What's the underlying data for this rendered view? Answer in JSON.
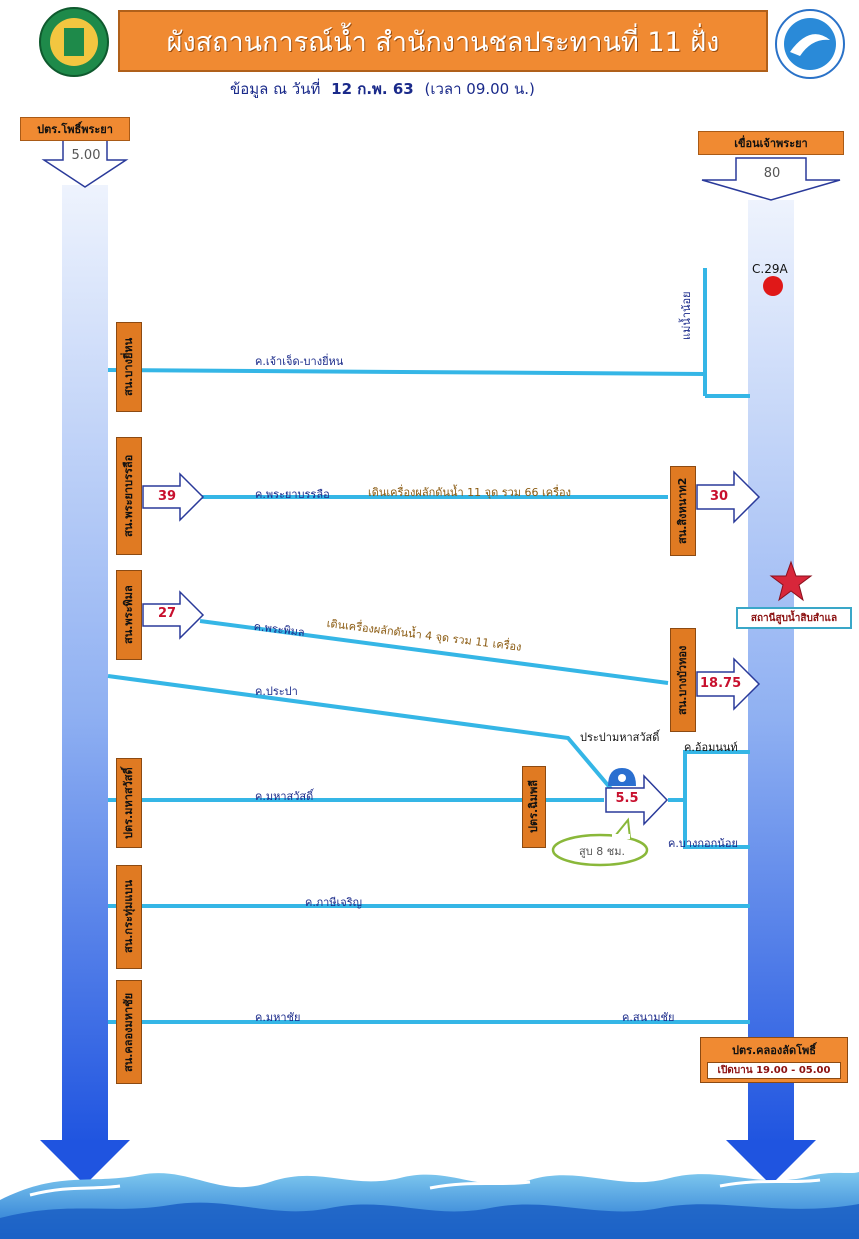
{
  "header": {
    "title": "ผังสถานการณ์น้ำ สำนักงานชลประทานที่ 11 ฝั่ง",
    "subtitle_prefix": "ข้อมูล ณ วันที่",
    "date": "12 ก.พ. 63",
    "time": "(เวลา 09.00 น.)"
  },
  "left_river": {
    "label": "ปตร.โพธิ์พระยา",
    "value": "5.00"
  },
  "right_river": {
    "label": "เขื่อนเจ้าพระยา",
    "value": "80"
  },
  "station_c29a": "C.29A",
  "canal_mae_nam_noi": "แม่น้ำน้อย",
  "rows": {
    "bang_yi_hon": {
      "label": "สน.บางยี่หน",
      "canal": "ค.เจ้าเจ็ด-บางยี่หน"
    },
    "phraya_banlue": {
      "label": "สน.พระยาบรรลือ",
      "in_value": "39",
      "canal": "ค.พระยาบรรลือ",
      "note": "เดินเครื่องผลักดันน้ำ 11 จุด รวม 66 เครื่อง",
      "out_label": "สน.สิงหนาท2",
      "out_value": "30"
    },
    "phra_phimon": {
      "label": "สน.พระพิมล",
      "in_value": "27",
      "canal": "ค.พระพิมล",
      "note": "เดินเครื่องผลักดันน้ำ 4 จุด รวม 11 เครื่อง",
      "out_label": "สน.บางบัวทอง",
      "out_value": "18.75"
    },
    "prapa": {
      "canal": "ค.ประปา",
      "target": "ประปามหาสวัสดิ์"
    },
    "maha_sawat": {
      "label": "ปตร.มหาสวัสดิ์",
      "canal": "ค.มหาสวัสดิ์",
      "mid_label": "ปตร.ฉิมพลี",
      "pump_value": "5.5",
      "pump_note": "สูบ 8 ชม.",
      "canal_upper": "ค.อ้อมนนท์",
      "canal_lower": "ค.บางกอกน้อย"
    },
    "krathum_baen": {
      "label": "สน.กระทุ่มแบน",
      "canal": "ค.ภาษีเจริญ"
    },
    "khlong_maha_chai": {
      "label": "สน.คลองมหาชัย",
      "canal": "ค.มหาชัย",
      "canal_right": "ค.สนามชัย"
    }
  },
  "station_sampran": "สถานีสูบน้ำสิบสำแล",
  "gate_lat_pho": {
    "title": "ปตร.คลองลัดโพธิ์",
    "time": "เปิดบาน 19.00 - 05.00"
  },
  "colors": {
    "orange": "#f08a32",
    "canal": "#35b6e6",
    "river_top": "#dfe8fb",
    "river_bottom": "#1f54e0",
    "value_red": "#c8102e"
  }
}
